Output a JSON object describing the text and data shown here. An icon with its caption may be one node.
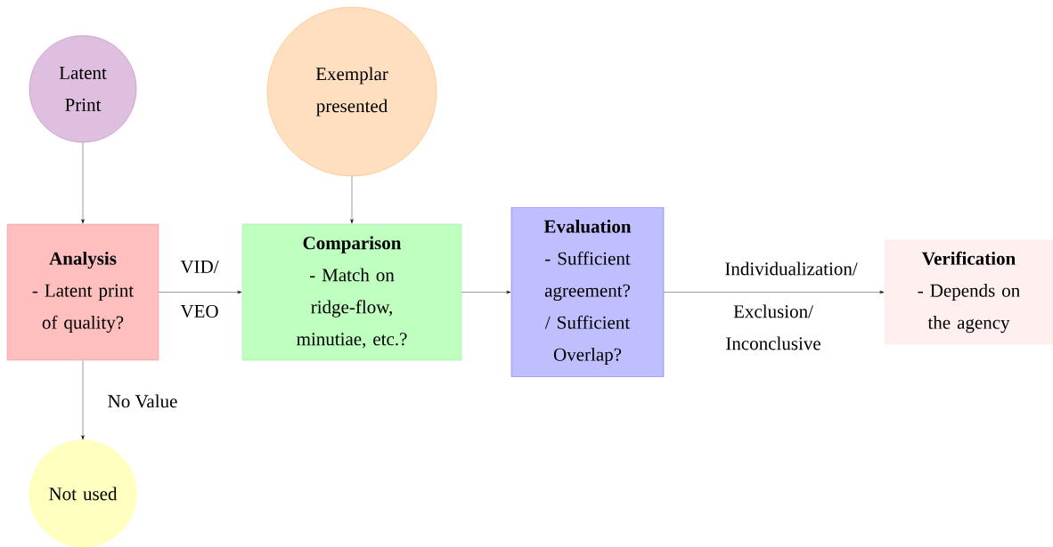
{
  "diagram": {
    "nodes": [
      {
        "text": [
          "Latent Print"
        ]
      },
      {
        "text": [
          "Exemplar presented"
        ]
      },
      {
        "text": [
          "Analysis",
          "- Latent print of quality?"
        ]
      },
      {
        "text": [
          "Comparison",
          "- Match on ridge-flow, minutiae, etc.?"
        ]
      },
      {
        "text": [
          "Evaluation",
          "- Sufficient agreement? / Sufficient Overlap?"
        ]
      },
      {
        "text": [
          "Verification",
          "- Depends on the agency"
        ]
      },
      {
        "text": [
          "Not used"
        ]
      }
    ],
    "edges": [
      {
        "from": 0,
        "to": 2,
        "arrow": "to"
      },
      {
        "from": 1,
        "to": 3,
        "arrow": "to"
      },
      {
        "from": 2,
        "to": 3,
        "arrow": "to",
        "label": "VID/"
      },
      {
        "from": 3,
        "to": 4,
        "arrow": "to"
      },
      {
        "from": 4,
        "to": 5,
        "arrow": "to",
        "label": "Individualization/"
      },
      {
        "from": 2,
        "to": 6,
        "arrow": "to",
        "label": "No Value"
      }
    ],
    "labels": [
      "VEO",
      "Exclusion/ Inconclusive"
    ]
  }
}
